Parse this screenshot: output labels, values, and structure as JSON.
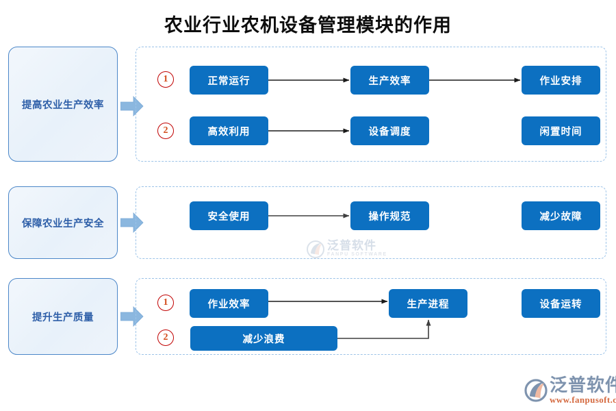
{
  "page": {
    "title": "农业行业农机设备管理模块的作用",
    "background": "#ffffff",
    "accent_blue": "#0c70c1",
    "pale_blue": "#e8f1fa",
    "border_blue": "#4a86c8",
    "dashed_blue": "#9cc3e8",
    "number_red": "#c00000",
    "arrow_fill": "#8bb7df"
  },
  "sections": [
    {
      "category": "提高农业生产效率",
      "arrow_icon": "block-arrow-right-icon",
      "rows": [
        {
          "marker": "1",
          "nodes": [
            "正常运行",
            "生产效率",
            "作业安排"
          ],
          "connectors": [
            "arrow-right",
            "arrow-right"
          ]
        },
        {
          "marker": "2",
          "nodes": [
            "高效利用",
            "设备调度",
            "闲置时间"
          ],
          "connectors": [
            "arrow-right",
            "none"
          ]
        }
      ]
    },
    {
      "category": "保障农业生产安全",
      "arrow_icon": "block-arrow-right-icon",
      "rows": [
        {
          "marker": "",
          "nodes": [
            "安全使用",
            "操作规范",
            "减少故障"
          ],
          "connectors": [
            "arrow-right",
            "none"
          ]
        }
      ]
    },
    {
      "category": "提升生产质量",
      "arrow_icon": "block-arrow-right-icon",
      "rows": [
        {
          "marker": "1",
          "nodes": [
            "作业效率",
            "生产进程",
            "设备运转"
          ],
          "connectors": [
            "arrow-right",
            "none"
          ]
        },
        {
          "marker": "2",
          "nodes": [
            "减少浪费"
          ],
          "connectors": [
            "elbow-arrow-up-into-生产进程"
          ]
        }
      ]
    }
  ],
  "watermark": {
    "icon": "fanpu-swoosh-logo-icon",
    "text_cn": "泛普软件",
    "text_en": "FANPU SOFTWARE"
  },
  "logo": {
    "icon": "fanpu-swoosh-logo-icon",
    "text_cn": "泛普软件",
    "url": "www.fanpusoft.com"
  }
}
